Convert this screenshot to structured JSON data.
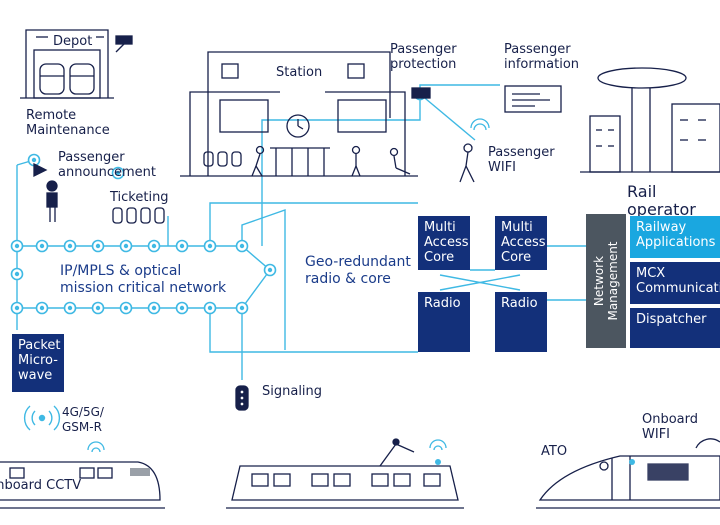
{
  "labels": {
    "depot": "Depot",
    "remote_maintenance": "Remote\nMaintenance",
    "station": "Station",
    "passenger_protection": "Passenger\nprotection",
    "passenger_information": "Passenger\ninformation",
    "passenger_wifi": "Passenger\nWIFI",
    "passenger_announcement": "Passenger\nannouncement",
    "ticketing": "Ticketing",
    "ip_mpls": "IP/MPLS & optical\nmission critical network",
    "geo_redundant": "Geo-redundant\nradio & core",
    "signaling": "Signaling",
    "cellular": "4G/5G/\nGSM-R",
    "onboard_cctv": "Onboard CCTV",
    "ato": "ATO",
    "onboard_wifi": "Onboard\nWIFI",
    "rail_operator": "Rail operator"
  },
  "boxes": {
    "multi_access_core_1": "Multi\nAccess\nCore",
    "multi_access_core_2": "Multi\nAccess\nCore",
    "radio_1": "Radio",
    "radio_2": "Radio",
    "packet_microwave": "Packet\nMicro-\nwave",
    "railway_applications": "Railway\nApplications",
    "mcx_communications": "MCX\nCommunications",
    "dispatcher": "Dispatcher",
    "network_management": "Network\nManagement"
  },
  "colors": {
    "navy": "#13307a",
    "cyan": "#1aa7e0",
    "grey": "#4c5660",
    "line": "#3fb9e4",
    "ink": "#17204a"
  }
}
